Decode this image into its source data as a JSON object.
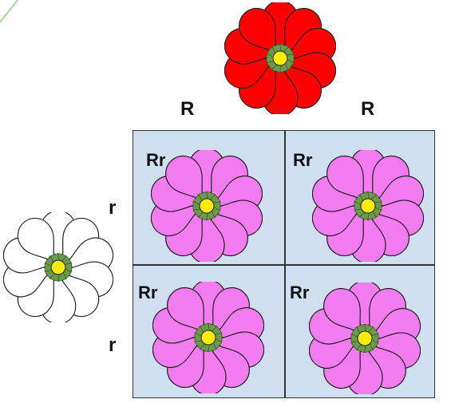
{
  "colors": {
    "parent_red": "#ff0000",
    "parent_white": "#ffffff",
    "offspring_pink": "#f27cf0",
    "center": "#ffee00",
    "sepal": "#6a9a4a",
    "grid_bg": "#cfdff0",
    "corner_line": "#8fd07a"
  },
  "parents": {
    "top": {
      "allele_1": "R",
      "allele_2": "R"
    },
    "left": {
      "allele_1": "r",
      "allele_2": "r"
    }
  },
  "cells": [
    {
      "genotype": "Rr"
    },
    {
      "genotype": "Rr"
    },
    {
      "genotype": "Rr"
    },
    {
      "genotype": "Rr"
    }
  ]
}
